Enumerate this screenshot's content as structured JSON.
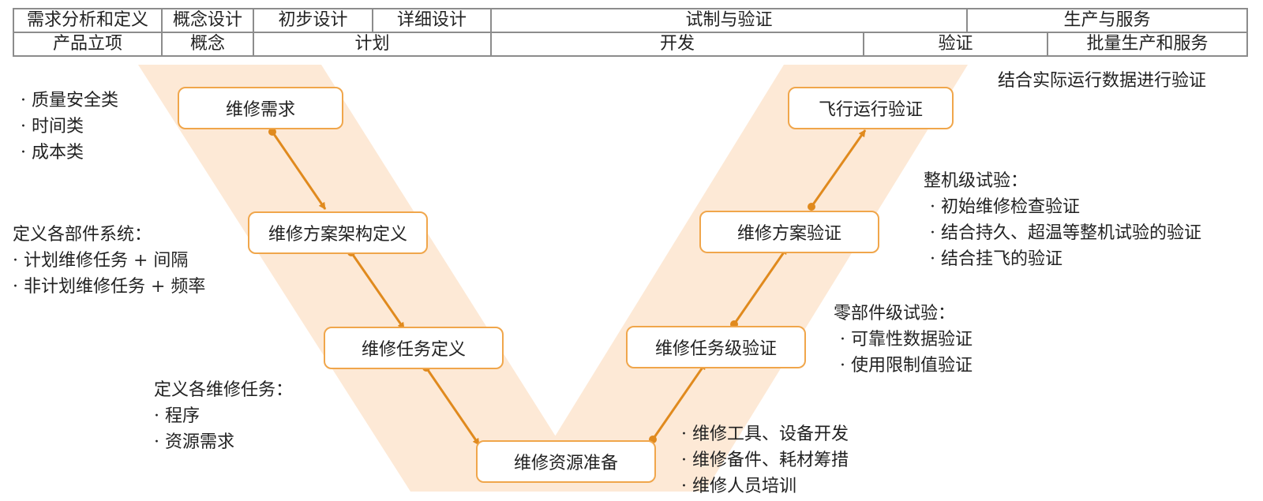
{
  "phase_table": {
    "row1": [
      "需求分析和定义",
      "概念设计",
      "初步设计",
      "详细设计",
      "试制与验证",
      "生产与服务"
    ],
    "row2": [
      "产品立项",
      "概念",
      "计划",
      "开发",
      "验证",
      "批量生产和服务"
    ]
  },
  "left_branch": {
    "boxes": [
      "维修需求",
      "维修方案架构定义",
      "维修任务定义",
      "维修资源准备"
    ]
  },
  "right_branch": {
    "boxes": [
      "维修任务级验证",
      "维修方案验证",
      "飞行运行验证"
    ]
  },
  "notes": {
    "maintenance_needs": [
      "· 质量安全类",
      "· 时间类",
      "· 成本类"
    ],
    "component_systems": {
      "title": "定义各部件系统：",
      "items": [
        "· 计划维修任务 + 间隔",
        "· 非计划维修任务 + 频率"
      ]
    },
    "maintenance_tasks": {
      "title": "定义各维修任务：",
      "items": [
        "· 程序",
        "· 资源需求"
      ]
    },
    "resources": [
      "· 维修工具、设备开发",
      "· 维修备件、耗材筹措",
      "· 维修人员培训"
    ],
    "component_tests": {
      "title": "零部件级试验：",
      "items": [
        "· 可靠性数据验证",
        "· 使用限制值验证"
      ]
    },
    "aircraft_tests": {
      "title": "整机级试验：",
      "items": [
        "· 初始维修检查验证",
        "· 结合持久、超温等整机试验的验证",
        "· 结合挂飞的验证"
      ]
    },
    "flight_validation": "结合实际运行数据进行验证"
  },
  "colors": {
    "band": "#fde9d6",
    "box_border": "#f0a64b",
    "arrow": "#e08a1e",
    "table_border": "#8c8c8c"
  }
}
